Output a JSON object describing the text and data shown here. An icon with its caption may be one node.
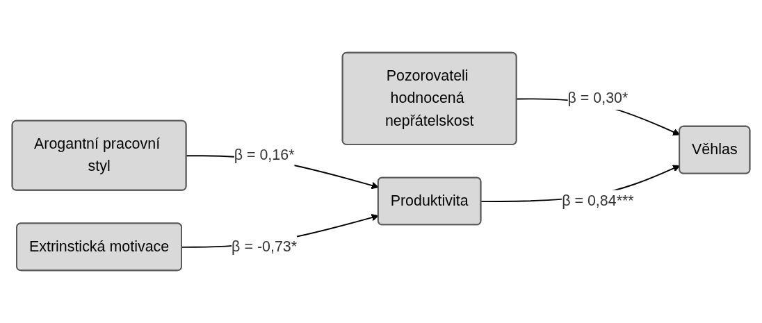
{
  "diagram": {
    "nodes": [
      {
        "text": [
          "Pozorovateli hodnocená nepřátelskost"
        ]
      },
      {
        "text": [
          "Arogantní pracovní styl"
        ]
      },
      {
        "text": [
          "Extrinstická motivace"
        ]
      },
      {
        "text": [
          "Produktivita"
        ]
      },
      {
        "text": [
          "Věhlas"
        ]
      }
    ],
    "edges": [
      {
        "from": 0,
        "to": 4,
        "arrow": "to",
        "label": "β = 0,30*"
      },
      {
        "from": 1,
        "to": 3,
        "arrow": "to",
        "label": "β = 0,16*"
      },
      {
        "from": 2,
        "to": 3,
        "arrow": "to",
        "label": "β = -0,73*"
      },
      {
        "from": 3,
        "to": 4,
        "arrow": "to",
        "label": "β = 0,84***"
      }
    ]
  }
}
